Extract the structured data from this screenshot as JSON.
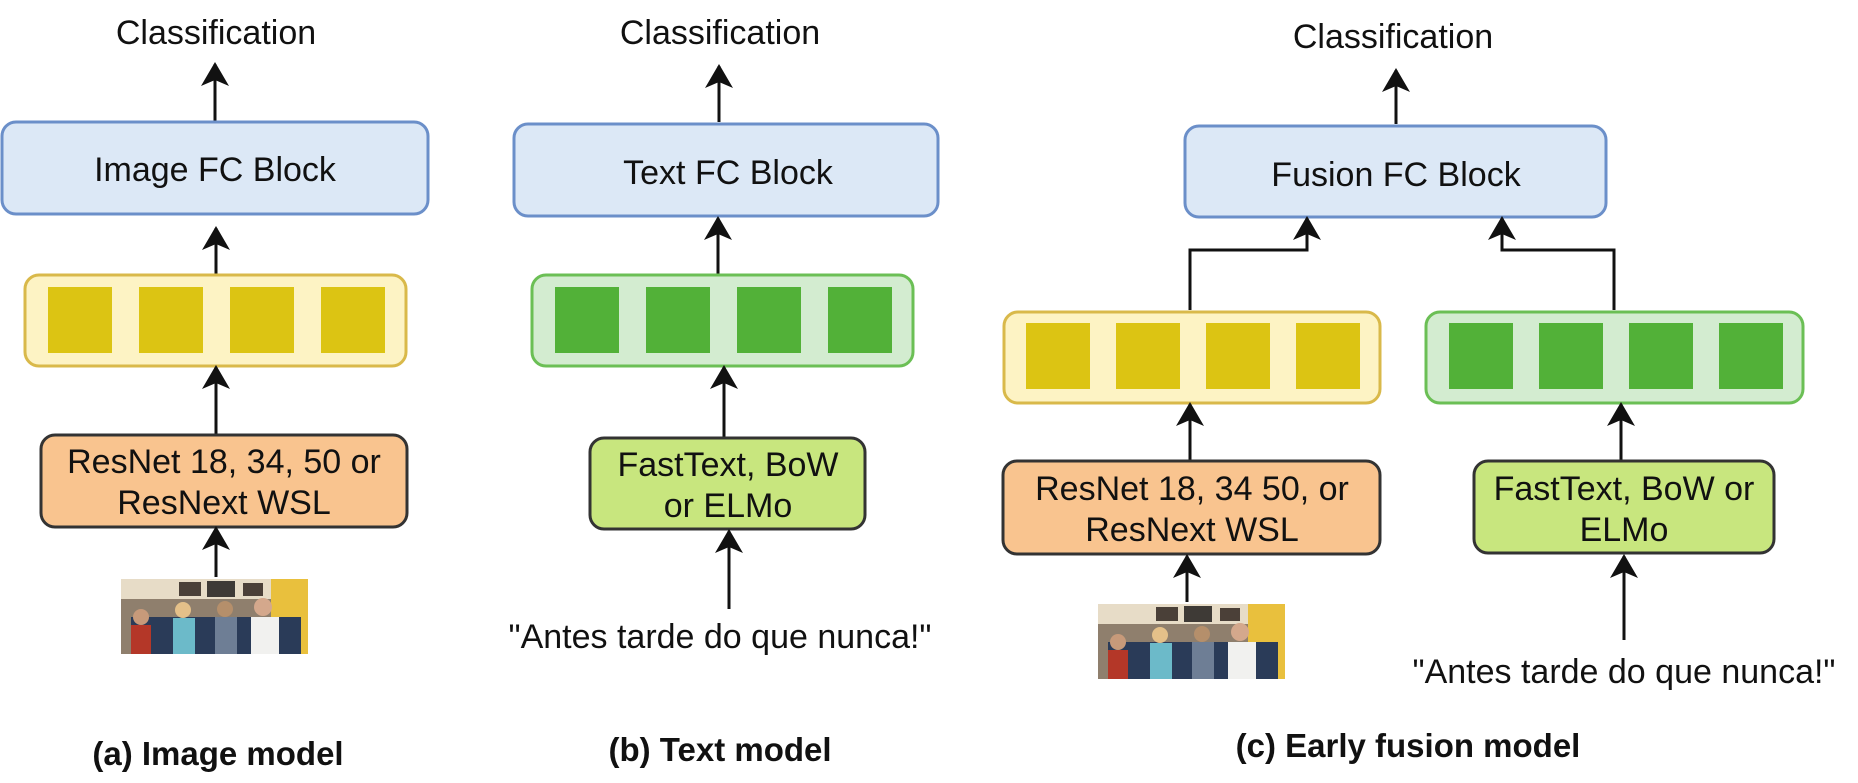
{
  "colors": {
    "fc_fill": "#dce8f6",
    "fc_stroke": "#6b8fc9",
    "image_feat_fill": "#fdf3c4",
    "image_feat_stroke": "#d9b94a",
    "image_square": "#dcc413",
    "text_feat_fill": "#d3ecd0",
    "text_feat_stroke": "#6bbf55",
    "text_square": "#52b138",
    "image_encoder_fill": "#f9c48f",
    "text_encoder_fill": "#c8e67e",
    "encoder_stroke": "#333333"
  },
  "panels": {
    "image": {
      "output": "Classification",
      "fc_block": "Image FC Block",
      "encoder_line1": "ResNet 18, 34, 50 or",
      "encoder_line2": "ResNext WSL",
      "input_icon": "photo-thumbnail-four-people-on-sofa",
      "caption": "(a) Image model"
    },
    "text": {
      "output": "Classification",
      "fc_block": "Text FC Block",
      "encoder_line1": "FastText, BoW",
      "encoder_line2": "or ELMo",
      "input_text": "\"Antes tarde do que nunca!\"",
      "caption": "(b) Text model"
    },
    "fusion": {
      "output": "Classification",
      "fc_block": "Fusion FC Block",
      "image_encoder_line1": "ResNet 18, 34 50, or",
      "image_encoder_line2": "ResNext WSL",
      "text_encoder_line1": "FastText, BoW or",
      "text_encoder_line2": "ELMo",
      "input_icon": "photo-thumbnail-four-people-on-sofa",
      "input_text": "\"Antes tarde do que nunca!\"",
      "caption": "(c) Early fusion model"
    }
  }
}
